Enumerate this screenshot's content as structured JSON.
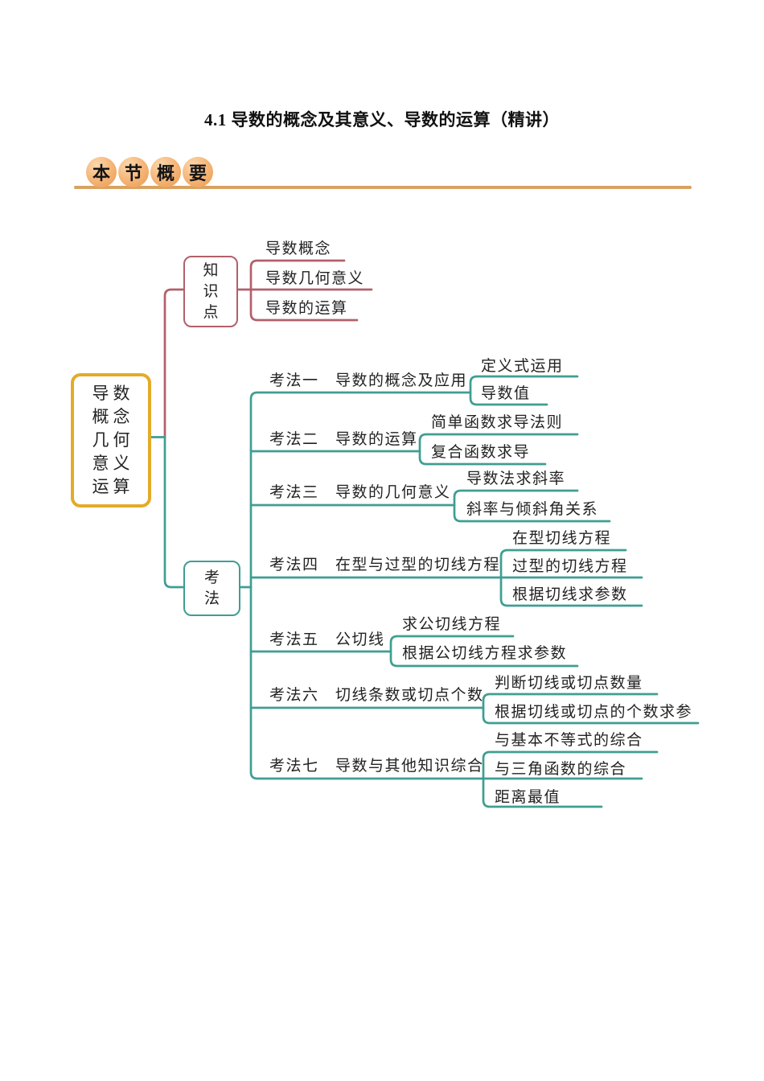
{
  "page": {
    "title": "4.1 导数的概念及其意义、导数的运算（精讲）"
  },
  "section_badge": {
    "chars": [
      "本",
      "节",
      "概",
      "要"
    ]
  },
  "mindmap": {
    "root": {
      "lines": [
        "导数",
        "概念",
        "几何",
        "意义",
        "运算"
      ]
    },
    "knowledge": {
      "node_lines": [
        "知",
        "识",
        "点"
      ],
      "children": [
        "导数概念",
        "导数几何意义",
        "导数的运算"
      ]
    },
    "methods": {
      "node_lines": [
        "考",
        "法"
      ],
      "items": [
        {
          "label": "考法一　导数的概念及应用",
          "children": [
            "定义式运用",
            "导数值"
          ]
        },
        {
          "label": "考法二　导数的运算",
          "children": [
            "简单函数求导法则",
            "复合函数求导"
          ]
        },
        {
          "label": "考法三　导数的几何意义",
          "children": [
            "导数法求斜率",
            "斜率与倾斜角关系"
          ]
        },
        {
          "label": "考法四　在型与过型的切线方程",
          "children": [
            "在型切线方程",
            "过型的切线方程",
            "根据切线求参数"
          ]
        },
        {
          "label": "考法五　公切线",
          "children": [
            "求公切线方程",
            "根据公切线方程求参数"
          ]
        },
        {
          "label": "考法六　切线条数或切点个数",
          "children": [
            "判断切线或切点数量",
            "根据切线或切点的个数求参"
          ]
        },
        {
          "label": "考法七　导数与其他知识综合",
          "children": [
            "与基本不等式的综合",
            "与三角函数的综合",
            "距离最值"
          ]
        }
      ]
    }
  },
  "colors": {
    "knowledge_branch": "#b2606b",
    "methods_branch": "#3f9e92",
    "root_border": "#e3ab27",
    "badge_fill": "#f4b273",
    "rule": "#d9a262",
    "text": "#222222"
  }
}
